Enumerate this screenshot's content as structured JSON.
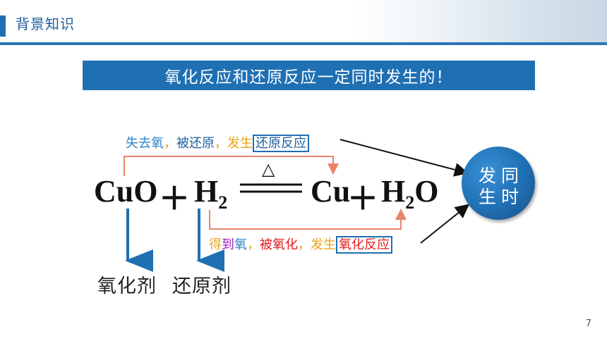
{
  "header": {
    "title": "背景知识"
  },
  "banner": {
    "text": "氧化反应和还原反应一定同时发生的！"
  },
  "equation": {
    "cuo": "CuO",
    "plus1": "＋",
    "h": "H",
    "sub2": "2",
    "delta": "△",
    "cu": "Cu",
    "plus2": "＋",
    "h2": "H",
    "sub2b": "2",
    "o": "O"
  },
  "top_annotation": {
    "part1": "失去氧",
    "comma1": "，",
    "part2": "被还原",
    "comma2": "，",
    "part3": "发生",
    "boxed": "还原反应"
  },
  "bottom_annotation": {
    "part1a": "得",
    "part1b": "到",
    "part1c": "氧",
    "comma1": "，",
    "part2": "被氧化",
    "comma2": "，",
    "part3": "发生",
    "boxed": "氧化反应"
  },
  "labels": {
    "oxidant": "氧化剂",
    "reductant": "还原剂"
  },
  "circle": {
    "c1": "发",
    "c2": "同",
    "c3": "生",
    "c4": "时"
  },
  "page_number": "7",
  "colors": {
    "accent_blue": "#1f6fb3",
    "arrow_salmon": "#e8866a",
    "text_blue": "#2e86c8",
    "text_orange": "#e8a317",
    "text_red": "#e21c1c",
    "text_purple": "#a020c0",
    "text_dark_blue": "#1f5f9b"
  }
}
